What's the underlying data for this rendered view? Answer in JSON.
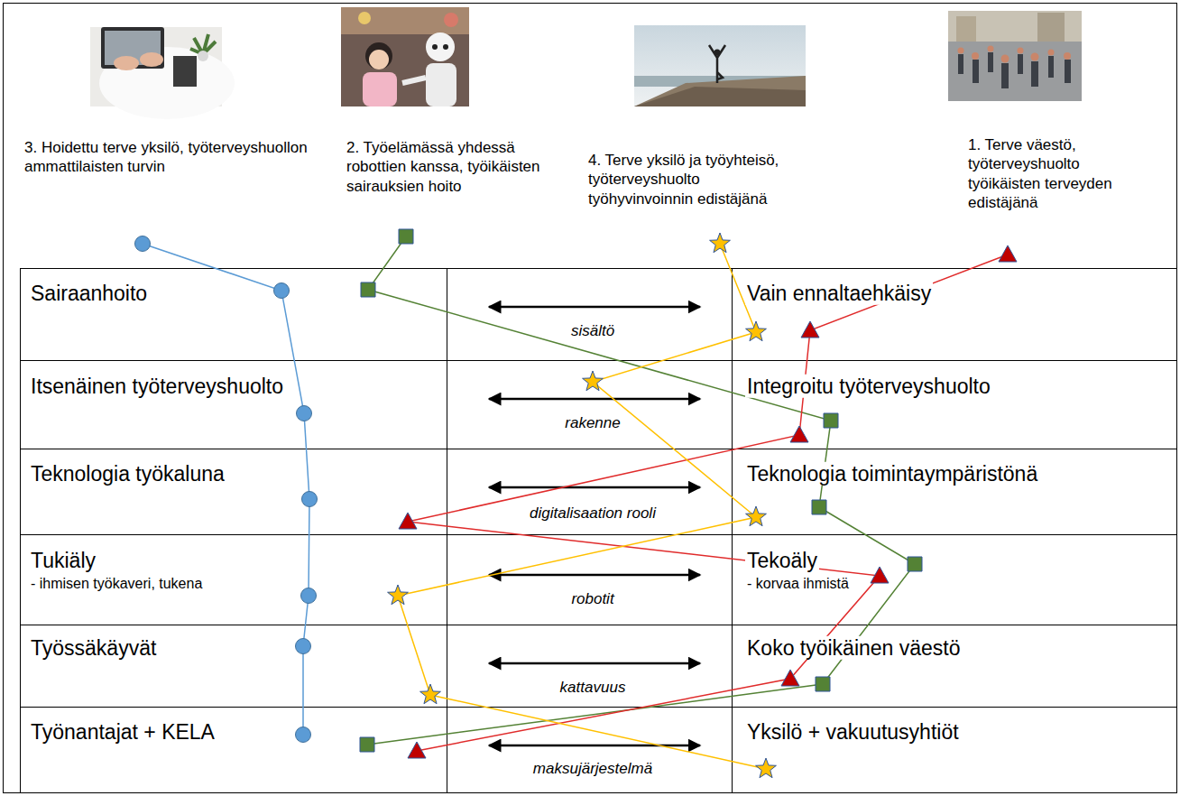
{
  "diagram": {
    "labels": [
      "3. Hoidettu terve yksilö, työterveyshuollon ammattilaisten turvin",
      "2. Työelämässä yhdessä robottien kanssa, työikäisten sairauksien hoito",
      "4. Terve yksilö ja työyhteisö, työterveyshuolto työhyvinvoinnin edistäjänä",
      "1. Terve väestö, työterveyshuolto työikäisten terveyden edistäjänä",
      "Sairaanhoito",
      "sisältö",
      "Vain ennaltaehkäisy",
      "Itsenäinen työterveyshuolto",
      "rakenne",
      "Integroitu työterveyshuolto",
      "Teknologia työkaluna",
      "digitalisaation rooli",
      "Teknologia toimintaympäristönä",
      "Tukiäly",
      "- ihmisen työkaveri, tukena",
      "robotit",
      "Tekoäly",
      "- korvaa ihmistä",
      "Työssäkäyvät",
      "kattavuus",
      "Koko työikäinen väestö",
      "Työnantajat + KELA",
      "maksujärjestelmä",
      "Yksilö + vakuutusyhtiöt"
    ]
  }
}
